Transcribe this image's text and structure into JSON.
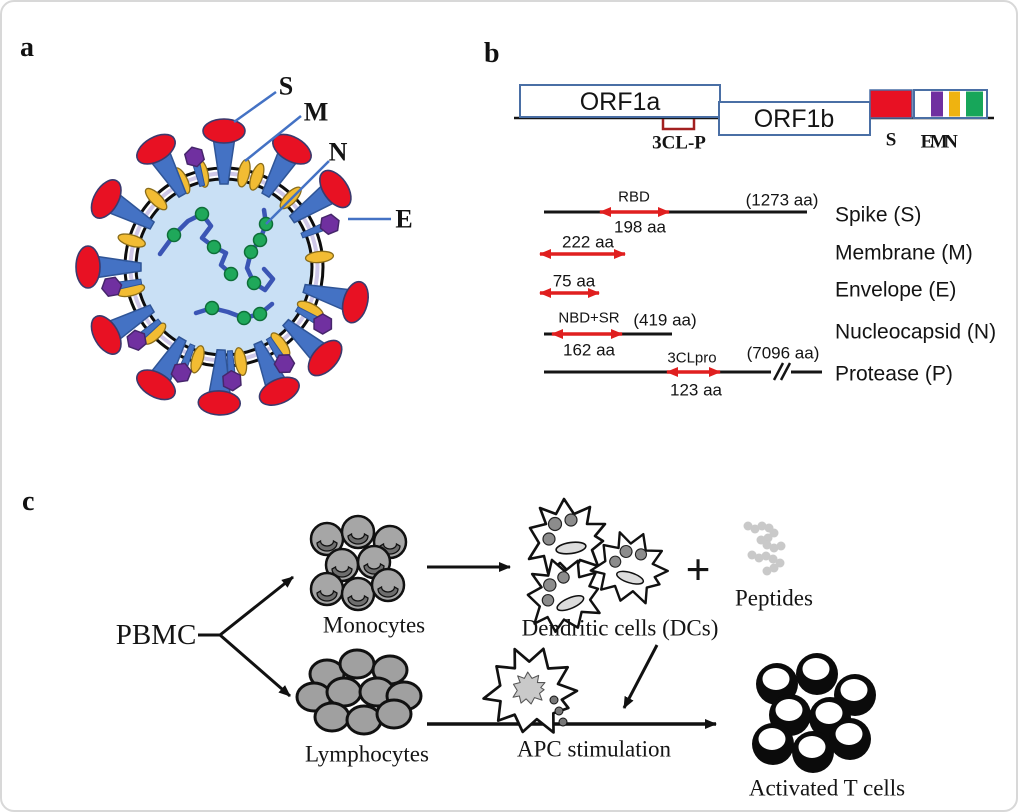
{
  "figure": {
    "panel_a": {
      "letter": "a",
      "labels": [
        {
          "text": "S",
          "color": "#E81123"
        },
        {
          "text": "M",
          "color": "#EFB310"
        },
        {
          "text": "N",
          "color": "#17A65A"
        },
        {
          "text": "E",
          "color": "#7030A0"
        }
      ]
    },
    "panel_b": {
      "letter": "b",
      "orf1a_label": "ORF1a",
      "orf1b_label": "ORF1b",
      "cleavage_label": "3CL-P",
      "gene_labels": [
        {
          "text": "S",
          "color": "#E81123"
        },
        {
          "text": "E",
          "color": "#7030A0"
        },
        {
          "text": "M",
          "color": "#EFB310"
        },
        {
          "text": "N",
          "color": "#17A65A"
        }
      ],
      "proteins": [
        {
          "name": "Spike (S)",
          "length": "(1273 aa)",
          "domain": "RBD",
          "fragment": "198 aa"
        },
        {
          "name": "Membrane (M)",
          "fragment": "222 aa"
        },
        {
          "name": "Envelope (E)",
          "fragment": "75 aa"
        },
        {
          "name": "Nucleocapsid (N)",
          "length": "(419 aa)",
          "domain": "NBD+SR",
          "fragment": "162 aa"
        },
        {
          "name": "Protease (P)",
          "length": "(7096 aa)",
          "domain": "3CLpro",
          "fragment": "123 aa"
        }
      ]
    },
    "panel_c": {
      "letter": "c",
      "pbmc_label": "PBMC",
      "monocytes_label": "Monocytes",
      "lymphocytes_label": "Lymphocytes",
      "dendritic_label": "Dendritic cells (DCs)",
      "plus_sign": "+",
      "peptides_label": "Peptides",
      "apc_label": "APC stimulation",
      "activated_label": "Activated T cells"
    },
    "colors": {
      "red": "#E81123",
      "yellow": "#EFB310",
      "green": "#17A65A",
      "purple": "#7030A0",
      "leader_blue": "#4472C4",
      "dark_red": "#A32020",
      "arrow_red": "#E01F1F",
      "box_border": "#4A6FA5"
    }
  }
}
